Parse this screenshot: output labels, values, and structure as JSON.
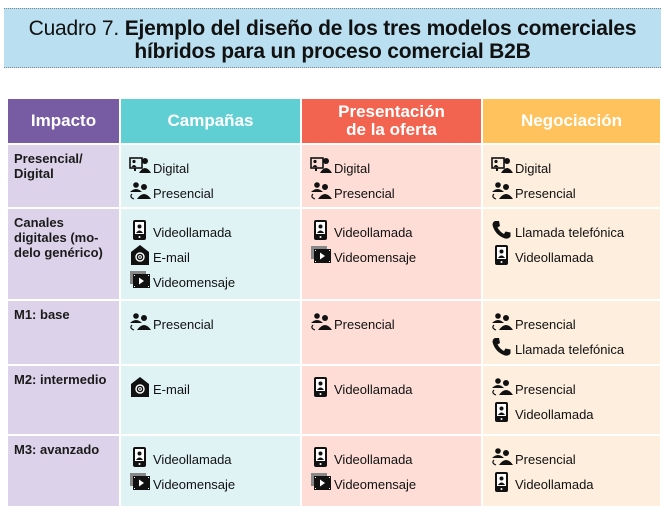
{
  "title": {
    "prefix": "Cuadro 7.",
    "bold_line1": "Ejemplo del diseño de los tres modelos comerciales",
    "bold_line2": "híbridos para un proceso comercial B2B"
  },
  "colors": {
    "title_bg": "#b9dff0",
    "impacto": "#775ca4",
    "campanas": "#5fcfd4",
    "presentacion": "#f26350",
    "negociacion": "#ffc25c"
  },
  "table": {
    "headers": [
      "Impacto",
      "Campañas",
      "Presentación de la oferta",
      "Negociación"
    ],
    "rows": [
      {
        "label": "Presencial/ Digital",
        "campanas": [
          {
            "icon": "digital-meeting-icon",
            "text": "Digital"
          },
          {
            "icon": "people-icon",
            "text": "Presencial"
          }
        ],
        "presentacion": [
          {
            "icon": "digital-meeting-icon",
            "text": "Digital"
          },
          {
            "icon": "people-icon",
            "text": "Presencial"
          }
        ],
        "negociacion": [
          {
            "icon": "digital-meeting-icon",
            "text": "Digital"
          },
          {
            "icon": "people-icon",
            "text": "Presencial"
          }
        ]
      },
      {
        "label": "Canales digitales (mo-delo genérico)",
        "campanas": [
          {
            "icon": "videocall-icon",
            "text": "Videollamada"
          },
          {
            "icon": "email-icon",
            "text": "E-mail"
          },
          {
            "icon": "video-message-icon",
            "text": "Videomensaje"
          }
        ],
        "presentacion": [
          {
            "icon": "videocall-icon",
            "text": "Videollamada"
          },
          {
            "icon": "video-message-icon",
            "text": "Videomensaje"
          }
        ],
        "negociacion": [
          {
            "icon": "phone-icon",
            "text": "Llamada telefónica"
          },
          {
            "icon": "videocall-icon",
            "text": "Videollamada"
          }
        ]
      },
      {
        "label": "M1: base",
        "campanas": [
          {
            "icon": "people-icon",
            "text": "Presencial"
          }
        ],
        "presentacion": [
          {
            "icon": "people-icon",
            "text": "Presencial"
          }
        ],
        "negociacion": [
          {
            "icon": "people-icon",
            "text": "Presencial"
          },
          {
            "icon": "phone-icon",
            "text": "Llamada telefónica"
          }
        ]
      },
      {
        "label": "M2: intermedio",
        "campanas": [
          {
            "icon": "email-icon",
            "text": "E-mail"
          }
        ],
        "presentacion": [
          {
            "icon": "videocall-icon",
            "text": "Videollamada"
          }
        ],
        "negociacion": [
          {
            "icon": "people-icon",
            "text": "Presencial"
          },
          {
            "icon": "videocall-icon",
            "text": "Videollamada"
          }
        ]
      },
      {
        "label": "M3: avanzado",
        "campanas": [
          {
            "icon": "videocall-icon",
            "text": "Videollamada"
          },
          {
            "icon": "video-message-icon",
            "text": "Videomensaje"
          }
        ],
        "presentacion": [
          {
            "icon": "videocall-icon",
            "text": "Videollamada"
          },
          {
            "icon": "video-message-icon",
            "text": "Videomensaje"
          }
        ],
        "negociacion": [
          {
            "icon": "people-icon",
            "text": "Presencial"
          },
          {
            "icon": "videocall-icon",
            "text": "Videollamada"
          }
        ]
      }
    ]
  }
}
